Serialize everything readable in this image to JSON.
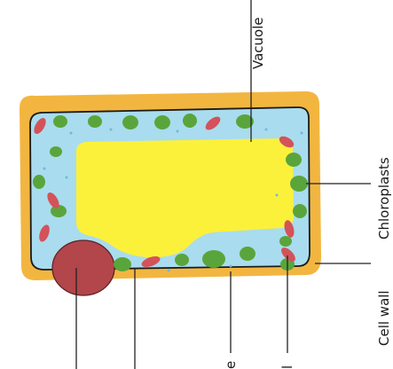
{
  "labels": {
    "vacuole": "Vacuole",
    "chloroplasts": "Chloroplasts",
    "cell_wall": "Cell wall",
    "bottom_e": "e",
    "bottom_l": "l"
  },
  "colors": {
    "wall": "#f2b640",
    "cytoplasm": "#a9dcee",
    "vacuole": "#fcf13a",
    "chloroplast": "#5aa53b",
    "mitochondrion": "#d4525a",
    "nucleus": "#b2464a"
  }
}
